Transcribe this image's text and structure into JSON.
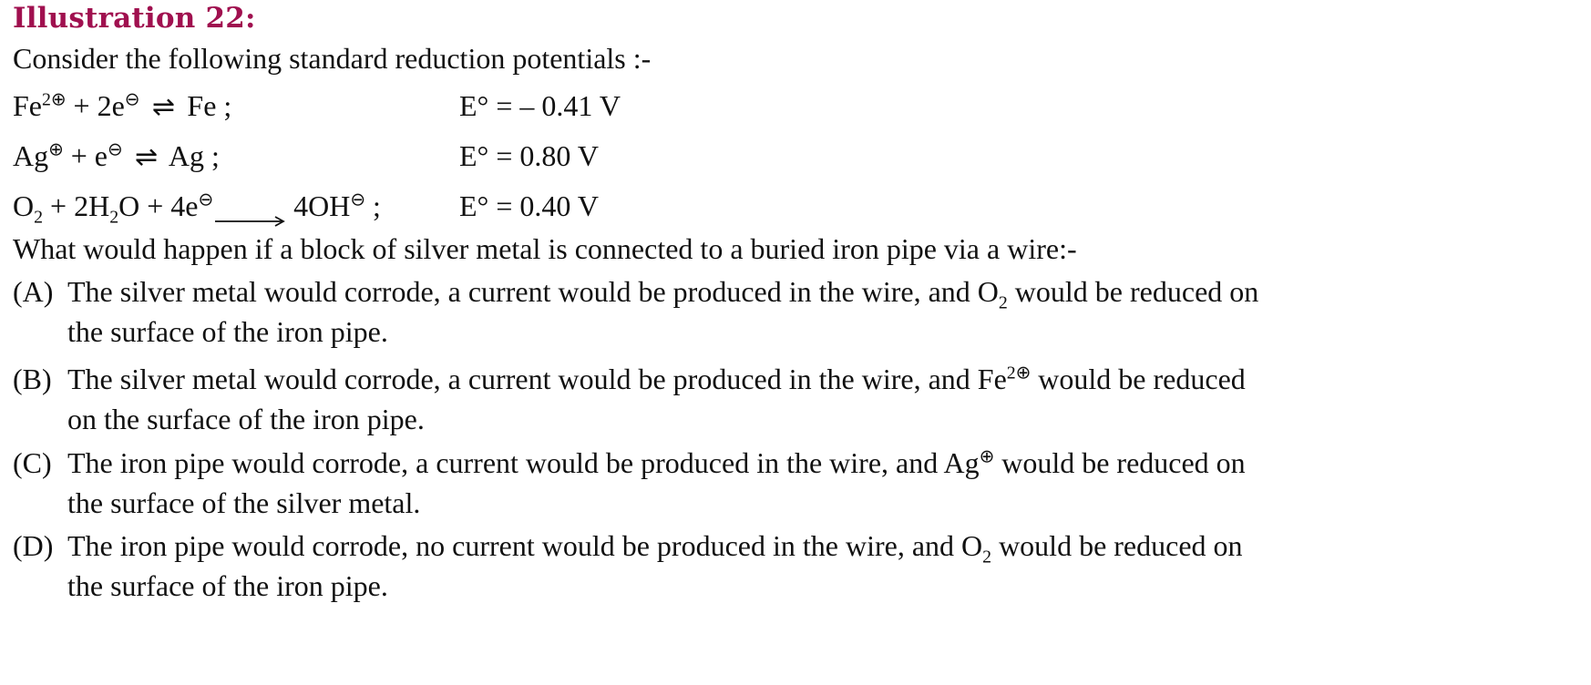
{
  "title": "Illustration 22:",
  "intro": "Consider the following standard reduction potentials :-",
  "reactions": [
    {
      "left": {
        "a": "Fe",
        "a_sup": "2⊕",
        "b": " + 2e",
        "b_sup": "⊖",
        "arrow": "⇌",
        "c": " Fe ;"
      },
      "potential": "E° = – 0.41 V"
    },
    {
      "left": {
        "a": "Ag",
        "a_sup": "⊕",
        "b": " + e",
        "b_sup": "⊖",
        "arrow": "⇌",
        "c": " Ag ;"
      },
      "potential": "E° = 0.80 V"
    },
    {
      "left": {
        "a": "O",
        "a_sub": "2",
        "b": " + 2H",
        "b_sub": "2",
        "b2": "O + 4e",
        "b2_sup": "⊖",
        "c": " 4OH",
        "c_sup": "⊖",
        "d": " ;"
      },
      "potential": "E° = 0.40 V"
    }
  ],
  "question": "What would happen if a block of silver metal is connected to a buried iron pipe via a wire:-",
  "options": [
    {
      "label": "(A)",
      "line1_a": "The silver metal would corrode, a current would be produced in the wire, and O",
      "line1_sub": "2",
      "line1_b": " would be reduced on",
      "line2": "the surface of the iron pipe."
    },
    {
      "label": "(B)",
      "line1_a": "The silver metal would corrode, a current would be produced in the wire, and Fe",
      "line1_sup": "2⊕",
      "line1_b": " would be reduced",
      "line2": "on the surface of the iron pipe."
    },
    {
      "label": "(C)",
      "line1_a": "The iron pipe would corrode, a current would be produced in the wire, and Ag",
      "line1_sup": "⊕",
      "line1_b": " would be reduced on",
      "line2": "the surface of the silver metal."
    },
    {
      "label": "(D)",
      "line1_a": "The iron pipe would corrode, no current would be produced in the wire, and O",
      "line1_sub": "2",
      "line1_b": " would be reduced on",
      "line2": "the surface of the iron pipe."
    }
  ],
  "colors": {
    "title": "#a0104f",
    "text": "#111111"
  }
}
